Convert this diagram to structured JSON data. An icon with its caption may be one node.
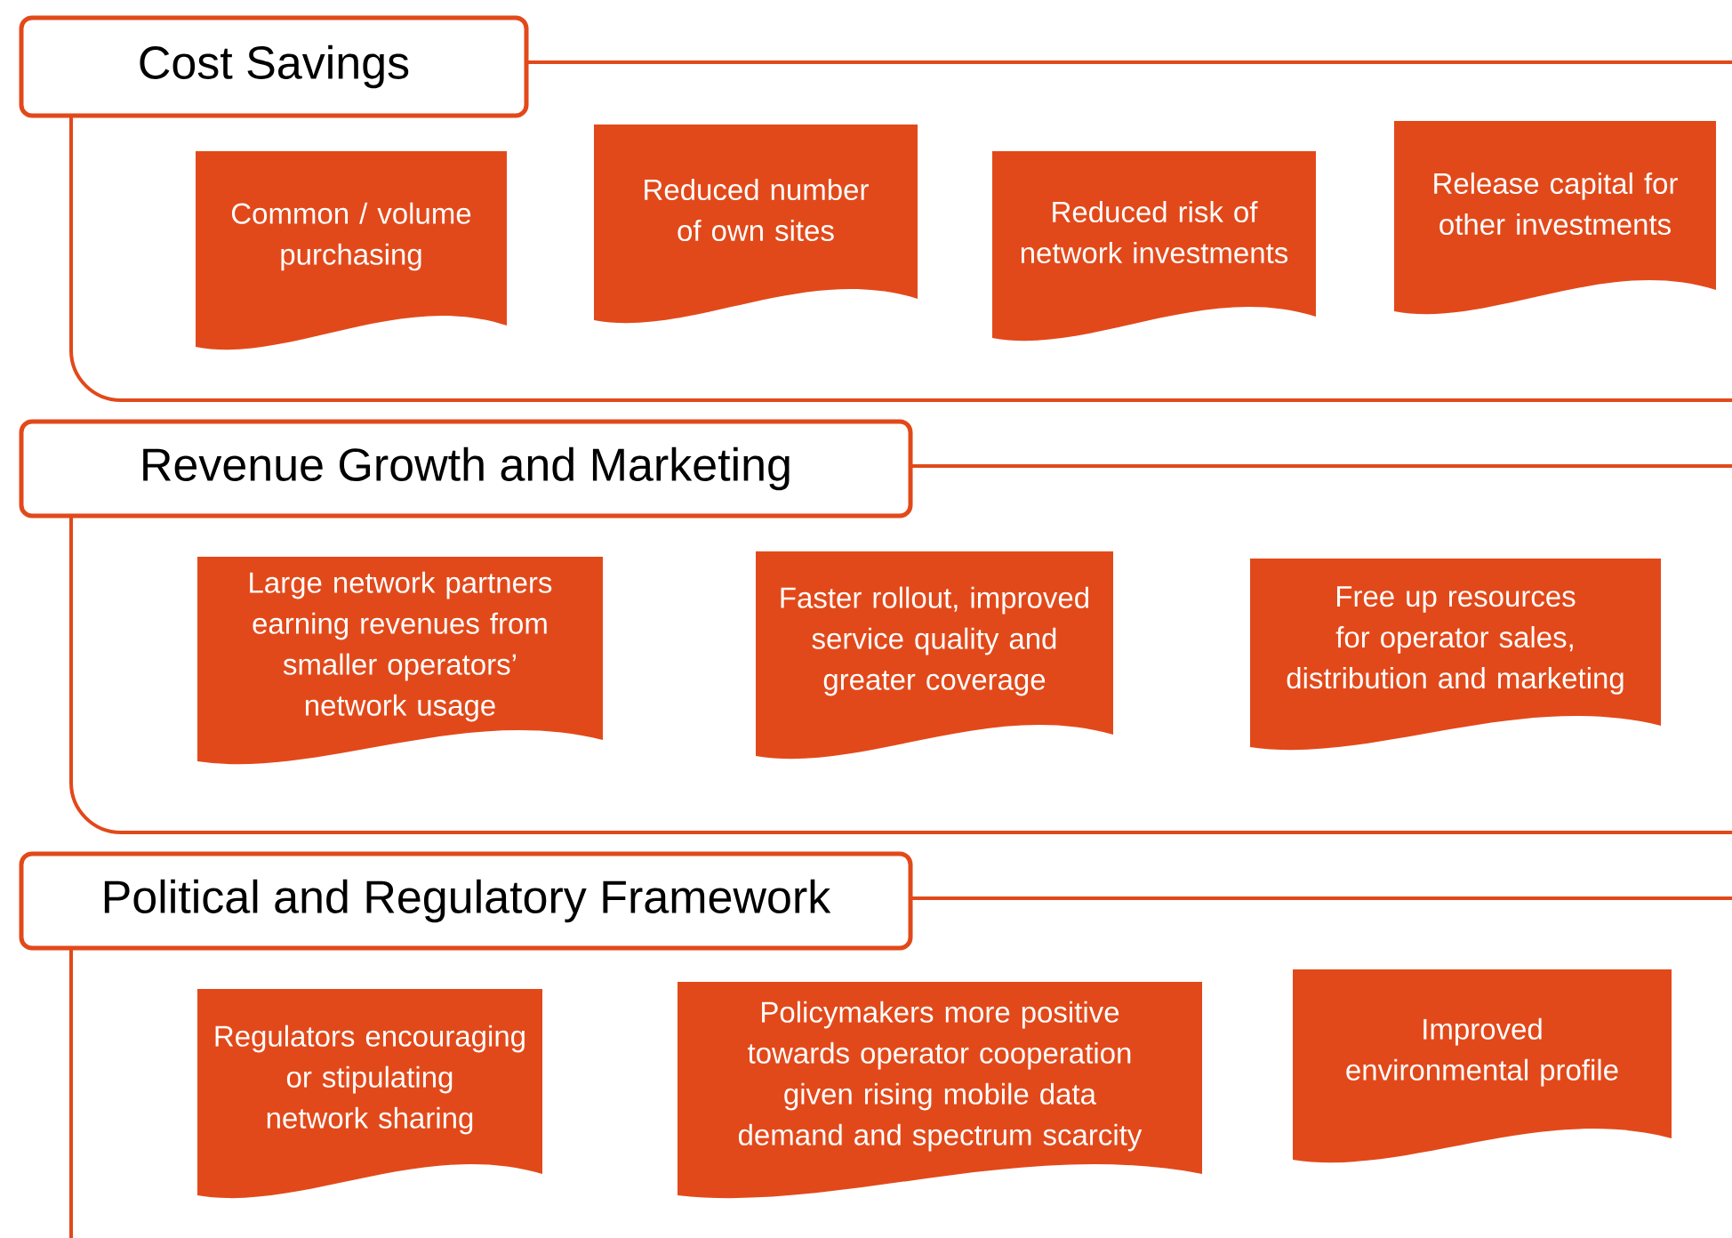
{
  "diagram": {
    "nodes": [
      {
        "text": [
          "Cost Savings"
        ]
      },
      {
        "text": [
          "Common / volume purchasing"
        ],
        "in": 0
      },
      {
        "text": [
          "Reduced number of own sites"
        ],
        "in": 0
      },
      {
        "text": [
          "Reduced risk of network investments"
        ],
        "in": 0
      },
      {
        "text": [
          "Release capital for other investments"
        ],
        "in": 0
      },
      {
        "text": [
          "Revenue Growth and Marketing"
        ]
      },
      {
        "text": [
          "Large network partners earning revenues from smaller operators’ network usage"
        ],
        "in": 5
      },
      {
        "text": [
          "Faster rollout, improved service quality and greater coverage"
        ],
        "in": 5
      },
      {
        "text": [
          "Free up resources for operator sales, distribution and marketing"
        ],
        "in": 5
      },
      {
        "text": [
          "Political and Regulatory Framework"
        ]
      },
      {
        "text": [
          "Regulators encouraging or stipulating network sharing"
        ],
        "in": 9
      },
      {
        "text": [
          "Policymakers more positive towards operator cooperation given rising mobile data demand and spectrum scarcity"
        ],
        "in": 9
      },
      {
        "text": [
          "Improved environmental profile"
        ],
        "in": 9
      }
    ]
  }
}
